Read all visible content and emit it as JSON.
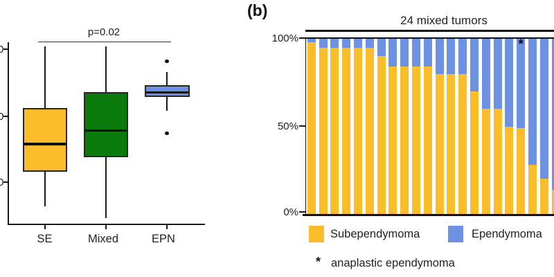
{
  "panel_a": {
    "p_annotation": "p=0.02",
    "x_categories": [
      "SE",
      "Mixed",
      "EPN"
    ],
    "y_tick_fragments": [
      "0",
      "0",
      "0"
    ]
  },
  "panel_b": {
    "label": "(b)",
    "title": "24 mixed tumors",
    "y_tick_labels": [
      "100%",
      "50%",
      "0%"
    ],
    "legend": [
      {
        "label": "Subependymoma",
        "color": "#fbbd29"
      },
      {
        "label": "Ependymoma",
        "color": "#6d92e4"
      }
    ],
    "bar_asterisk": "*",
    "footnote_marker": "*",
    "footnote_text": "anaplastic ependymoma"
  },
  "colors": {
    "subependymoma_yellow": "#fbbd29",
    "mixed_green": "#0a7a0c",
    "ependymoma_blue": "#6d92e4",
    "axis_black": "#1a1a1a"
  },
  "chart_data": [
    {
      "type": "boxplot",
      "panel": "a",
      "annotation": "p=0.02",
      "categories": [
        "SE",
        "Mixed",
        "EPN"
      ],
      "y_axis_note": "y tick labels are cropped by the left image edge, only a trailing '0' is visible for each of the three ticks; box statistics below are in relative axis units where bottom tick = 0, middle tick = 50, top tick = 100",
      "series": [
        {
          "name": "SE",
          "color": "#fbbd29",
          "whisker_low": -18,
          "q1": 8,
          "median": 29,
          "q3": 56,
          "whisker_high": 102,
          "outliers": []
        },
        {
          "name": "Mixed",
          "color": "#0a7a0c",
          "whisker_low": -27,
          "q1": 19,
          "median": 39,
          "q3": 68,
          "whisker_high": 102,
          "outliers": []
        },
        {
          "name": "EPN",
          "color": "#6d92e4",
          "whisker_low": 54,
          "q1": 64,
          "median": 68,
          "q3": 73,
          "whisker_high": 83,
          "outliers": [
            91,
            37
          ]
        }
      ]
    },
    {
      "type": "stacked-bar",
      "panel": "b",
      "title": "24 mixed tumors",
      "ylim": [
        0,
        100
      ],
      "y_ticks": [
        "100%",
        "50%",
        "0%"
      ],
      "total_bars_stated": 24,
      "bars_visible": 22,
      "crop_note": "22nd bar is partially cut by the right image edge; bars 23-24 are outside the crop",
      "series": [
        {
          "name": "Subependymoma",
          "color": "#fbbd29",
          "values": [
            98,
            95,
            95,
            95,
            95,
            95,
            90,
            84,
            84,
            84,
            84,
            80,
            80,
            80,
            70,
            60,
            60,
            50,
            49,
            28,
            20,
            14
          ]
        },
        {
          "name": "Ependymoma",
          "color": "#6d92e4",
          "values": [
            2,
            5,
            5,
            5,
            5,
            5,
            10,
            16,
            16,
            16,
            16,
            20,
            20,
            20,
            30,
            40,
            40,
            50,
            51,
            72,
            80,
            86
          ]
        }
      ],
      "asterisk_bar_number": 19,
      "asterisk_meaning": "anaplastic ependymoma",
      "legend_position": "below"
    }
  ]
}
